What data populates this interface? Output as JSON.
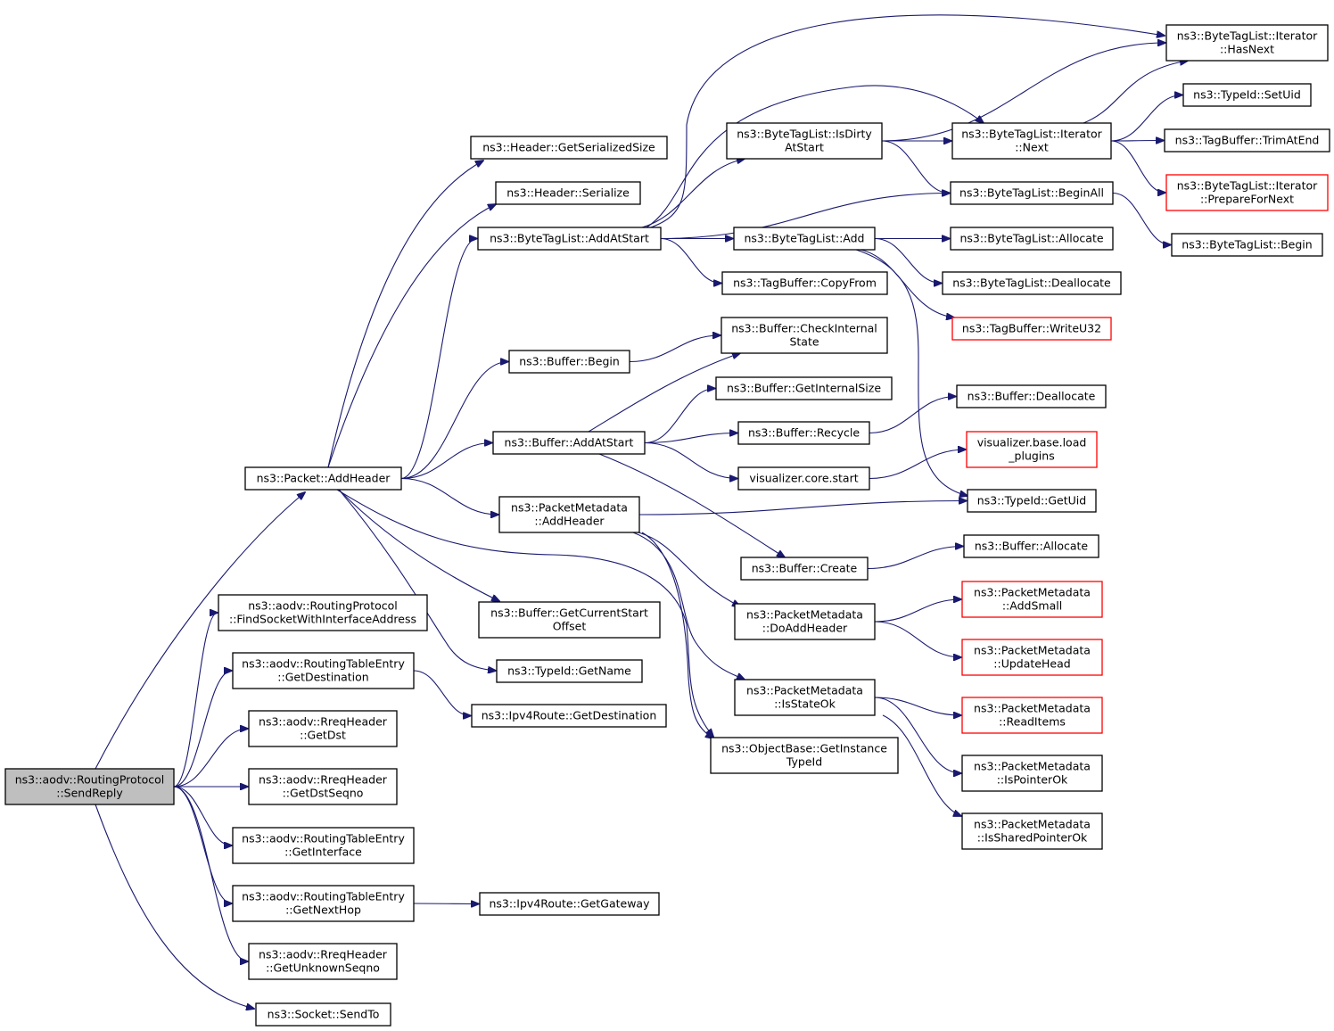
{
  "colors": {
    "edge": "#191970",
    "node_border": "#000000",
    "node_border_truncated": "#ff0000",
    "node_fill": "#ffffff",
    "root_fill": "#bfbfbf"
  },
  "nodes": [
    {
      "id": "root",
      "lines": [
        "ns3::aodv::RoutingProtocol",
        "::SendReply"
      ],
      "style": "root"
    },
    {
      "id": "addHeader",
      "lines": [
        "ns3::Packet::AddHeader"
      ],
      "style": "normal"
    },
    {
      "id": "findSocket",
      "lines": [
        "ns3::aodv::RoutingProtocol",
        "::FindSocketWithInterfaceAddress"
      ],
      "style": "normal"
    },
    {
      "id": "rteGetDest",
      "lines": [
        "ns3::aodv::RoutingTableEntry",
        "::GetDestination"
      ],
      "style": "normal"
    },
    {
      "id": "rreqGetDst",
      "lines": [
        "ns3::aodv::RreqHeader",
        "::GetDst"
      ],
      "style": "normal"
    },
    {
      "id": "rreqGetDstSeqno",
      "lines": [
        "ns3::aodv::RreqHeader",
        "::GetDstSeqno"
      ],
      "style": "normal"
    },
    {
      "id": "rteGetInterface",
      "lines": [
        "ns3::aodv::RoutingTableEntry",
        "::GetInterface"
      ],
      "style": "normal"
    },
    {
      "id": "rteGetNextHop",
      "lines": [
        "ns3::aodv::RoutingTableEntry",
        "::GetNextHop"
      ],
      "style": "normal"
    },
    {
      "id": "rreqUnknownSeqno",
      "lines": [
        "ns3::aodv::RreqHeader",
        "::GetUnknownSeqno"
      ],
      "style": "normal"
    },
    {
      "id": "socketSendTo",
      "lines": [
        "ns3::Socket::SendTo"
      ],
      "style": "normal"
    },
    {
      "id": "hdrGetSerSize",
      "lines": [
        "ns3::Header::GetSerializedSize"
      ],
      "style": "normal"
    },
    {
      "id": "hdrSerialize",
      "lines": [
        "ns3::Header::Serialize"
      ],
      "style": "normal"
    },
    {
      "id": "btlAddAtStart",
      "lines": [
        "ns3::ByteTagList::AddAtStart"
      ],
      "style": "normal"
    },
    {
      "id": "bufBegin",
      "lines": [
        "ns3::Buffer::Begin"
      ],
      "style": "normal"
    },
    {
      "id": "bufAddAtStart",
      "lines": [
        "ns3::Buffer::AddAtStart"
      ],
      "style": "normal"
    },
    {
      "id": "pmAddHeader",
      "lines": [
        "ns3::PacketMetadata",
        "::AddHeader"
      ],
      "style": "normal"
    },
    {
      "id": "bufGetCurStartOff",
      "lines": [
        "ns3::Buffer::GetCurrentStart",
        "Offset"
      ],
      "style": "normal"
    },
    {
      "id": "typeIdGetName",
      "lines": [
        "ns3::TypeId::GetName"
      ],
      "style": "normal"
    },
    {
      "id": "ipv4GetDest",
      "lines": [
        "ns3::Ipv4Route::GetDestination"
      ],
      "style": "normal"
    },
    {
      "id": "ipv4GetGateway",
      "lines": [
        "ns3::Ipv4Route::GetGateway"
      ],
      "style": "normal"
    },
    {
      "id": "btlIsDirty",
      "lines": [
        "ns3::ByteTagList::IsDirty",
        "AtStart"
      ],
      "style": "normal"
    },
    {
      "id": "btlAdd",
      "lines": [
        "ns3::ByteTagList::Add"
      ],
      "style": "normal"
    },
    {
      "id": "tbCopyFrom",
      "lines": [
        "ns3::TagBuffer::CopyFrom"
      ],
      "style": "normal"
    },
    {
      "id": "bufCheckInternal",
      "lines": [
        "ns3::Buffer::CheckInternal",
        "State"
      ],
      "style": "normal"
    },
    {
      "id": "bufGetInternalSize",
      "lines": [
        "ns3::Buffer::GetInternalSize"
      ],
      "style": "normal"
    },
    {
      "id": "bufRecycle",
      "lines": [
        "ns3::Buffer::Recycle"
      ],
      "style": "normal"
    },
    {
      "id": "visCoreStart",
      "lines": [
        "visualizer.core.start"
      ],
      "style": "normal"
    },
    {
      "id": "bufCreate",
      "lines": [
        "ns3::Buffer::Create"
      ],
      "style": "normal"
    },
    {
      "id": "pmDoAddHeader",
      "lines": [
        "ns3::PacketMetadata",
        "::DoAddHeader"
      ],
      "style": "normal"
    },
    {
      "id": "pmIsStateOk",
      "lines": [
        "ns3::PacketMetadata",
        "::IsStateOk"
      ],
      "style": "normal"
    },
    {
      "id": "objGetInstTypeId",
      "lines": [
        "ns3::ObjectBase::GetInstance",
        "TypeId"
      ],
      "style": "normal"
    },
    {
      "id": "btlIterHasNext",
      "lines": [
        "ns3::ByteTagList::Iterator",
        "::HasNext"
      ],
      "style": "normal"
    },
    {
      "id": "btlIterNext",
      "lines": [
        "ns3::ByteTagList::Iterator",
        "::Next"
      ],
      "style": "normal"
    },
    {
      "id": "btlBeginAll",
      "lines": [
        "ns3::ByteTagList::BeginAll"
      ],
      "style": "normal"
    },
    {
      "id": "btlAllocate",
      "lines": [
        "ns3::ByteTagList::Allocate"
      ],
      "style": "normal"
    },
    {
      "id": "btlDeallocate",
      "lines": [
        "ns3::ByteTagList::Deallocate"
      ],
      "style": "normal"
    },
    {
      "id": "tbWriteU32",
      "lines": [
        "ns3::TagBuffer::WriteU32"
      ],
      "style": "truncated"
    },
    {
      "id": "bufDeallocate",
      "lines": [
        "ns3::Buffer::Deallocate"
      ],
      "style": "normal"
    },
    {
      "id": "visLoadPlugins",
      "lines": [
        "visualizer.base.load",
        "_plugins"
      ],
      "style": "truncated"
    },
    {
      "id": "typeIdGetUid",
      "lines": [
        "ns3::TypeId::GetUid"
      ],
      "style": "normal"
    },
    {
      "id": "bufAllocate",
      "lines": [
        "ns3::Buffer::Allocate"
      ],
      "style": "normal"
    },
    {
      "id": "pmAddSmall",
      "lines": [
        "ns3::PacketMetadata",
        "::AddSmall"
      ],
      "style": "truncated"
    },
    {
      "id": "pmUpdateHead",
      "lines": [
        "ns3::PacketMetadata",
        "::UpdateHead"
      ],
      "style": "truncated"
    },
    {
      "id": "pmReadItems",
      "lines": [
        "ns3::PacketMetadata",
        "::ReadItems"
      ],
      "style": "truncated"
    },
    {
      "id": "pmIsPointerOk",
      "lines": [
        "ns3::PacketMetadata",
        "::IsPointerOk"
      ],
      "style": "normal"
    },
    {
      "id": "pmIsSharedPtrOk",
      "lines": [
        "ns3::PacketMetadata",
        "::IsSharedPointerOk"
      ],
      "style": "normal"
    },
    {
      "id": "typeIdSetUid",
      "lines": [
        "ns3::TypeId::SetUid"
      ],
      "style": "normal"
    },
    {
      "id": "tbTrimAtEnd",
      "lines": [
        "ns3::TagBuffer::TrimAtEnd"
      ],
      "style": "normal"
    },
    {
      "id": "btlIterPrepNext",
      "lines": [
        "ns3::ByteTagList::Iterator",
        "::PrepareForNext"
      ],
      "style": "truncated"
    },
    {
      "id": "btlBegin",
      "lines": [
        "ns3::ByteTagList::Begin"
      ],
      "style": "normal"
    }
  ],
  "edges": [
    {
      "from": "root",
      "to": "addHeader"
    },
    {
      "from": "root",
      "to": "findSocket"
    },
    {
      "from": "root",
      "to": "rteGetDest"
    },
    {
      "from": "root",
      "to": "rreqGetDst"
    },
    {
      "from": "root",
      "to": "rreqGetDstSeqno"
    },
    {
      "from": "root",
      "to": "rteGetInterface"
    },
    {
      "from": "root",
      "to": "rteGetNextHop"
    },
    {
      "from": "root",
      "to": "rreqUnknownSeqno"
    },
    {
      "from": "root",
      "to": "socketSendTo"
    },
    {
      "from": "addHeader",
      "to": "hdrGetSerSize"
    },
    {
      "from": "addHeader",
      "to": "hdrSerialize"
    },
    {
      "from": "addHeader",
      "to": "btlAddAtStart"
    },
    {
      "from": "addHeader",
      "to": "bufBegin"
    },
    {
      "from": "addHeader",
      "to": "bufAddAtStart"
    },
    {
      "from": "addHeader",
      "to": "pmAddHeader"
    },
    {
      "from": "addHeader",
      "to": "bufGetCurStartOff"
    },
    {
      "from": "addHeader",
      "to": "typeIdGetName"
    },
    {
      "from": "addHeader",
      "to": "objGetInstTypeId"
    },
    {
      "from": "rteGetDest",
      "to": "ipv4GetDest"
    },
    {
      "from": "rteGetNextHop",
      "to": "ipv4GetGateway"
    },
    {
      "from": "btlAddAtStart",
      "to": "btlIsDirty"
    },
    {
      "from": "btlAddAtStart",
      "to": "btlAdd"
    },
    {
      "from": "btlAddAtStart",
      "to": "tbCopyFrom"
    },
    {
      "from": "btlAddAtStart",
      "to": "btlBeginAll"
    },
    {
      "from": "btlAddAtStart",
      "to": "btlIterNext"
    },
    {
      "from": "btlAddAtStart",
      "to": "btlIterHasNext"
    },
    {
      "from": "bufBegin",
      "to": "bufCheckInternal"
    },
    {
      "from": "bufAddAtStart",
      "to": "bufCheckInternal"
    },
    {
      "from": "bufAddAtStart",
      "to": "bufGetInternalSize"
    },
    {
      "from": "bufAddAtStart",
      "to": "bufRecycle"
    },
    {
      "from": "bufAddAtStart",
      "to": "visCoreStart"
    },
    {
      "from": "bufAddAtStart",
      "to": "bufCreate"
    },
    {
      "from": "pmAddHeader",
      "to": "typeIdGetUid"
    },
    {
      "from": "pmAddHeader",
      "to": "pmDoAddHeader"
    },
    {
      "from": "pmAddHeader",
      "to": "pmIsStateOk"
    },
    {
      "from": "pmAddHeader",
      "to": "objGetInstTypeId"
    },
    {
      "from": "btlIsDirty",
      "to": "btlIterNext"
    },
    {
      "from": "btlIsDirty",
      "to": "btlIterHasNext"
    },
    {
      "from": "btlIsDirty",
      "to": "btlBeginAll"
    },
    {
      "from": "btlAdd",
      "to": "btlAllocate"
    },
    {
      "from": "btlAdd",
      "to": "btlDeallocate"
    },
    {
      "from": "btlAdd",
      "to": "tbWriteU32"
    },
    {
      "from": "btlAdd",
      "to": "typeIdGetUid"
    },
    {
      "from": "bufRecycle",
      "to": "bufDeallocate"
    },
    {
      "from": "visCoreStart",
      "to": "visLoadPlugins"
    },
    {
      "from": "bufCreate",
      "to": "bufAllocate"
    },
    {
      "from": "pmDoAddHeader",
      "to": "pmAddSmall"
    },
    {
      "from": "pmDoAddHeader",
      "to": "pmUpdateHead"
    },
    {
      "from": "pmIsStateOk",
      "to": "pmReadItems"
    },
    {
      "from": "pmIsStateOk",
      "to": "pmIsPointerOk"
    },
    {
      "from": "pmIsStateOk",
      "to": "pmIsSharedPtrOk"
    },
    {
      "from": "btlIterNext",
      "to": "btlIterHasNext"
    },
    {
      "from": "btlIterNext",
      "to": "typeIdSetUid"
    },
    {
      "from": "btlIterNext",
      "to": "tbTrimAtEnd"
    },
    {
      "from": "btlIterNext",
      "to": "btlIterPrepNext"
    },
    {
      "from": "btlBeginAll",
      "to": "btlBegin"
    }
  ]
}
